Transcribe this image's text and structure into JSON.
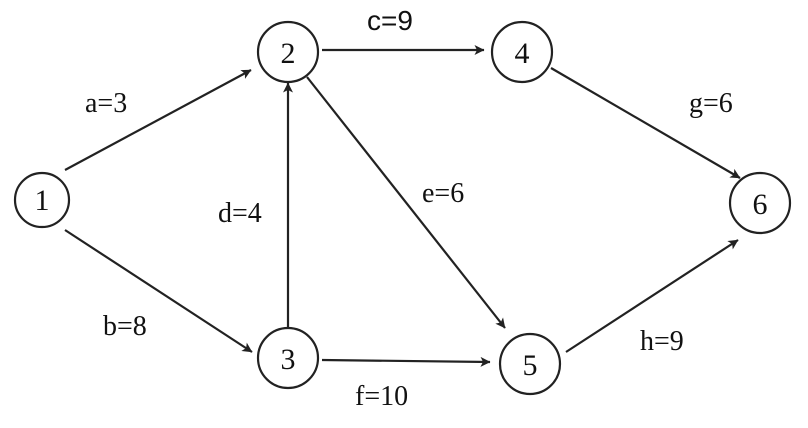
{
  "nodes": [
    {
      "id": "1",
      "label": "1"
    },
    {
      "id": "2",
      "label": "2"
    },
    {
      "id": "3",
      "label": "3"
    },
    {
      "id": "4",
      "label": "4"
    },
    {
      "id": "5",
      "label": "5"
    },
    {
      "id": "6",
      "label": "6"
    }
  ],
  "edges": [
    {
      "id": "a",
      "from": "1",
      "to": "2",
      "label": "a=3"
    },
    {
      "id": "b",
      "from": "1",
      "to": "3",
      "label": "b=8"
    },
    {
      "id": "c",
      "from": "2",
      "to": "4",
      "label": "c=9"
    },
    {
      "id": "d",
      "from": "3",
      "to": "2",
      "label": "d=4"
    },
    {
      "id": "e",
      "from": "2",
      "to": "5",
      "label": "e=6"
    },
    {
      "id": "f",
      "from": "3",
      "to": "5",
      "label": "f=10"
    },
    {
      "id": "g",
      "from": "4",
      "to": "6",
      "label": "g=6"
    },
    {
      "id": "h",
      "from": "5",
      "to": "6",
      "label": "h=9"
    }
  ]
}
